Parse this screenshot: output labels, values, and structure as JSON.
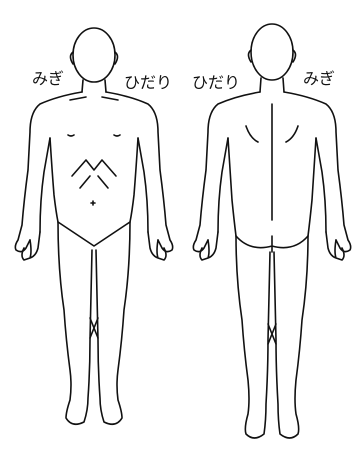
{
  "labels": {
    "front_figure_right": "みぎ",
    "front_figure_left": "ひだり",
    "back_figure_left": "ひだり",
    "back_figure_right": "みぎ"
  },
  "colors": {
    "ink": "#111111",
    "background": "#ffffff"
  }
}
